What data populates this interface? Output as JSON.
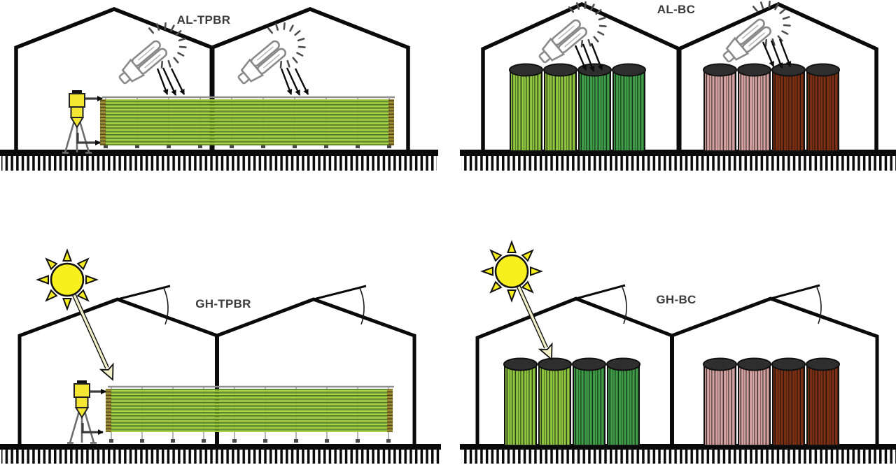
{
  "figure": {
    "panels": [
      {
        "id": "al-tpbr",
        "label": "AL-TPBR",
        "light_source": "artificial-lamp",
        "reactor_type": "tubular-photobioreactor",
        "lamp_count": 2,
        "tube_color_scheme": "green"
      },
      {
        "id": "al-bc",
        "label": "AL-BC",
        "light_source": "artificial-lamp",
        "reactor_type": "bubble-columns",
        "lamp_count": 2,
        "columns": [
          "light-green",
          "light-green",
          "dark-green",
          "dark-green",
          "pink",
          "pink",
          "dark-brown",
          "dark-brown"
        ]
      },
      {
        "id": "gh-tpbr",
        "label": "GH-TPBR",
        "light_source": "sunlight",
        "reactor_type": "tubular-photobioreactor",
        "tube_color_scheme": "green"
      },
      {
        "id": "gh-bc",
        "label": "GH-BC",
        "light_source": "sunlight",
        "reactor_type": "bubble-columns",
        "columns": [
          "light-green",
          "light-green",
          "dark-green",
          "dark-green",
          "pink",
          "pink",
          "dark-brown",
          "dark-brown"
        ]
      }
    ],
    "icons": [
      "cfl-lamp-icon",
      "sun-icon",
      "feed-tank-icon",
      "light-ray-arrow",
      "sun-beam-arrow",
      "roof-angle-arc",
      "ground-hatch"
    ]
  },
  "colors": {
    "sun_core": "#F8EF1E",
    "sun_beam": "#F1F0C8",
    "tank_yellow": "#F3E733",
    "lid_dark": "#2E2E2E",
    "col_light_green": "#8FC63F",
    "col_dark_green": "#3F9F48",
    "col_pink": "#D5A2A1",
    "col_brown": "#7C2F13",
    "tube_shadow": "#3E661E",
    "tube_mid": "#67992C",
    "tube_light": "#A9D13E",
    "cap_olive": "#9D8C2C",
    "structure_black": "#0A0A0A",
    "frame_gray": "#B5B5B5",
    "lamp_gray": "#8A8A8A",
    "label_gray": "#3B3B3B"
  }
}
